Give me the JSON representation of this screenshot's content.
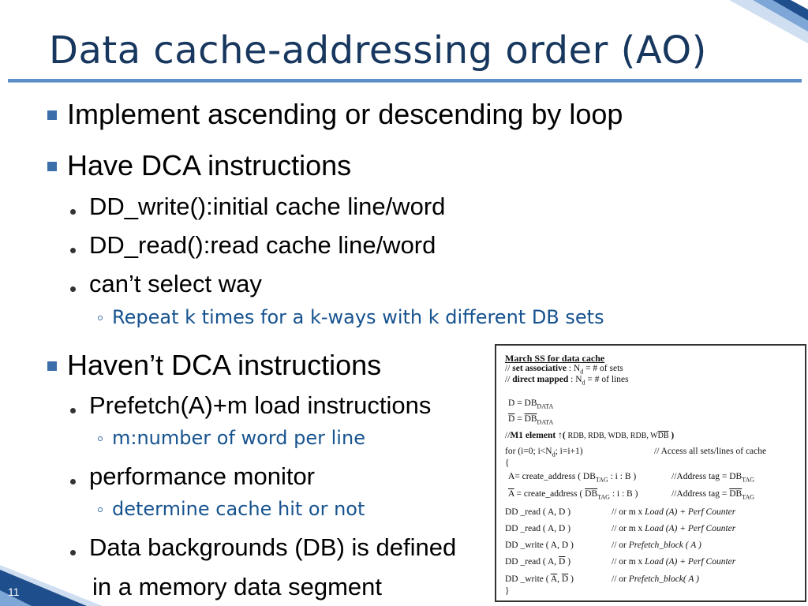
{
  "slide": {
    "title": "Data cache-addressing order (AO)",
    "page_number": "11"
  },
  "bullets": {
    "b1": "Implement ascending or descending by loop",
    "b2": "Have DCA instructions",
    "b2_1": "DD_write():initial cache line/word",
    "b2_2": "DD_read():read cache line/word",
    "b2_3": "can’t select way",
    "b2_3_1": "Repeat k times for a k-ways with k different DB sets",
    "b3": "Haven’t DCA instructions",
    "b3_1": "Prefetch(A)+m load instructions",
    "b3_1_1": "m:number of word per line",
    "b3_2": "performance monitor",
    "b3_2_1": "determine cache hit or not",
    "b3_3": "Data backgrounds (DB) is defined",
    "b3_3_cont": "in a memory data segment"
  },
  "code": {
    "heading": "March SS for data cache",
    "comment1_prefix": "// ",
    "comment1_bold": "set associative",
    "comment1_rest": " : N",
    "comment1_sub": "d",
    "comment1_end": " = # of sets",
    "comment2_prefix": "// ",
    "comment2_bold": "direct mapped",
    "comment2_rest": " : N",
    "comment2_sub": "d",
    "comment2_end": " = # of lines",
    "d_assign_lhs": "D",
    "d_assign_eq": "  = DB",
    "d_assign_sub": "DATA",
    "dbar_assign_lhs": "D",
    "dbar_assign_eq": " = ",
    "dbar_assign_rhs": "DB",
    "dbar_assign_sub": "DATA",
    "m1_prefix": "//",
    "m1_bold": "M1 element",
    "m1_arrow": "  ↑( ",
    "m1_ops": "RDB, RDB, WDB, RDB, W",
    "m1_last": "DB",
    "m1_close": " )",
    "for_line": "for (i=0; i<N",
    "for_sub": "d",
    "for_rest": "; i=i+1)",
    "for_comment": "// Access all sets/lines of cache",
    "open_brace": "{",
    "a_line_lhs": "A",
    "a_line_mid": "= create_address ( DB",
    "a_line_sub": "TAG",
    "a_line_args": "  : i : B )",
    "a_line_comment": "//Address tag = DB",
    "a_line_comment_sub": "TAG",
    "abar_line_lhs": "A",
    "abar_line_mid": " = create_address ( ",
    "abar_line_db": "DB",
    "abar_line_sub": "TAG",
    "abar_line_args": "  : i : B )",
    "abar_line_comment": "//Address tag = ",
    "abar_line_comment_db": "DB",
    "abar_line_comment_sub": "TAG",
    "op1": "DD _read  ( A, D )",
    "op1_comment": "// or m x ",
    "op1_it": "Load (A) + Perf Counter",
    "op2": "DD _read  ( A, D )",
    "op2_comment": "// or m x ",
    "op2_it": "Load (A) + Perf Counter",
    "op3": "DD _write ( A, D )",
    "op3_comment": "// or ",
    "op3_it": "Prefetch_block ( A )",
    "op4_pre": "DD _read  ( A, ",
    "op4_d": "D",
    "op4_post": " )",
    "op4_comment": "// or m x ",
    "op4_it": "Load (A) + Perf Counter",
    "op5_pre": "DD _write ( ",
    "op5_a": "A",
    "op5_mid": ", ",
    "op5_d": "D",
    "op5_post": " )",
    "op5_comment": "// or ",
    "op5_it": "Prefetch_block( A )",
    "close_brace": "}"
  },
  "colors": {
    "title": "#17375e",
    "accent": "#3c6eaa",
    "sub_bullet_text": "#17538f",
    "corner_dark": "#1f4e8c",
    "corner_light": "#7ea6d6"
  }
}
